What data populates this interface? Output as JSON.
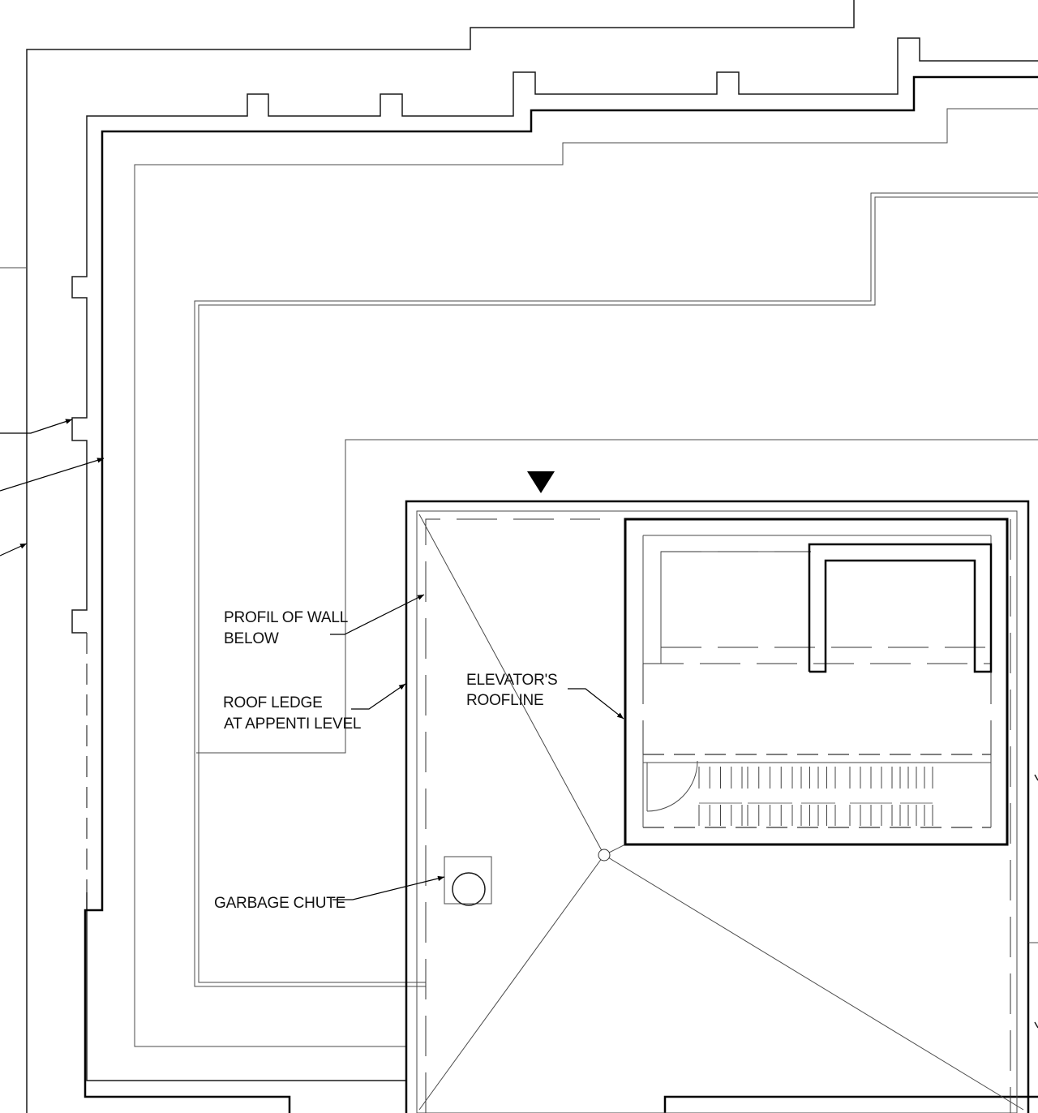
{
  "drawing": {
    "title": "",
    "labels": {
      "profil_wall": [
        "PROFIL OF WALL",
        "BELOW"
      ],
      "roof_ledge": [
        "ROOF LEDGE",
        "AT APPENTI LEVEL"
      ],
      "elevator_roofline": [
        "ELEVATOR'S",
        "ROOFLINE"
      ],
      "garbage_chute": "GARBAGE CHUTE"
    },
    "colors": {
      "line": "#000000",
      "background": "#ffffff"
    }
  }
}
